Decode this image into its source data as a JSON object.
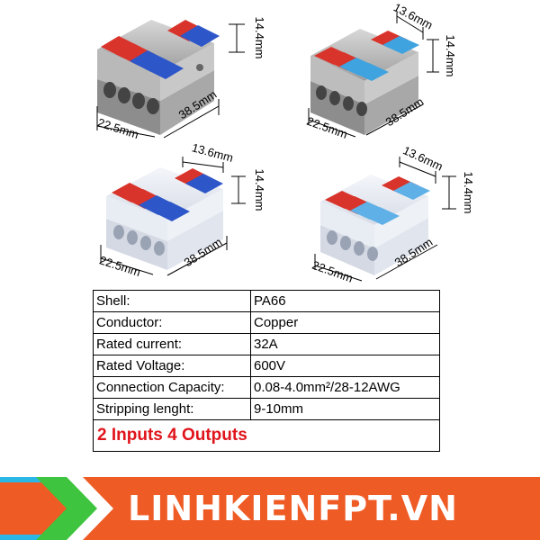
{
  "products": {
    "top_left": {
      "height": "14.4mm",
      "width": "22.5mm",
      "length": "38.5mm"
    },
    "top_right": {
      "top": "13.6mm",
      "height": "14.4mm",
      "width": "22.5mm",
      "length": "38.5mm"
    },
    "bottom_left": {
      "top": "13.6mm",
      "height": "14.4mm",
      "width": "22.5mm",
      "length": "38.5mm"
    },
    "bottom_right": {
      "top": "13.6mm",
      "height": "14.4mm",
      "width": "22.5mm",
      "length": "38.5mm"
    },
    "watermark": "LINHKIENFPT.VN"
  },
  "specs": [
    {
      "label": "Shell:",
      "value": "PA66"
    },
    {
      "label": "Conductor:",
      "value": "Copper"
    },
    {
      "label": "Rated current:",
      "value": "32A"
    },
    {
      "label": "Rated Voltage:",
      "value": "600V"
    },
    {
      "label": "Connection Capacity:",
      "value": "0.08-4.0mm²/28-12AWG"
    },
    {
      "label": "Stripping lenght:",
      "value": "9-10mm"
    }
  ],
  "footer_note": "2 Inputs 4 Outputs",
  "brand": {
    "name": "LINHKIENFPT.VN",
    "colors": {
      "orange": "#ef5b25",
      "red": "#e0141b",
      "blue": "#3a57c8",
      "green": "#3ec43e",
      "cyan": "#2ab7e6"
    }
  }
}
